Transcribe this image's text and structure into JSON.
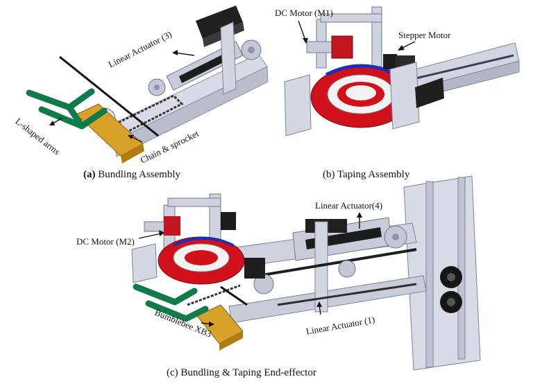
{
  "panels": {
    "a": {
      "caption_tag": "(a)",
      "caption_text": "Bundling Assembly",
      "labels": {
        "linear_actuator": "Linear Actuator (3)",
        "l_arms": "L-shaped arms",
        "chain": "Chain & sprocket"
      }
    },
    "b": {
      "caption_tag": "(b)",
      "caption_text": "Taping Assembly",
      "labels": {
        "dc_motor": "DC Motor (M1)",
        "stepper": "Stepper Motor"
      }
    },
    "c": {
      "caption_tag": "(c)",
      "caption_text": "Bundling & Taping End-effector",
      "labels": {
        "linear_actuator_4": "Linear Actuator(4)",
        "dc_motor_2": "DC Motor (M2)",
        "bumblebee": "Bumblebee XB3",
        "linear_actuator_1": "Linear Actuator (1)"
      }
    }
  },
  "colors": {
    "metal": "#cfd3e0",
    "metal_dark": "#9aa0b3",
    "red": "#d0101a",
    "green": "#0f7a4a",
    "gold": "#d7a12a",
    "black": "#151515",
    "blue": "#1d2fb8"
  }
}
